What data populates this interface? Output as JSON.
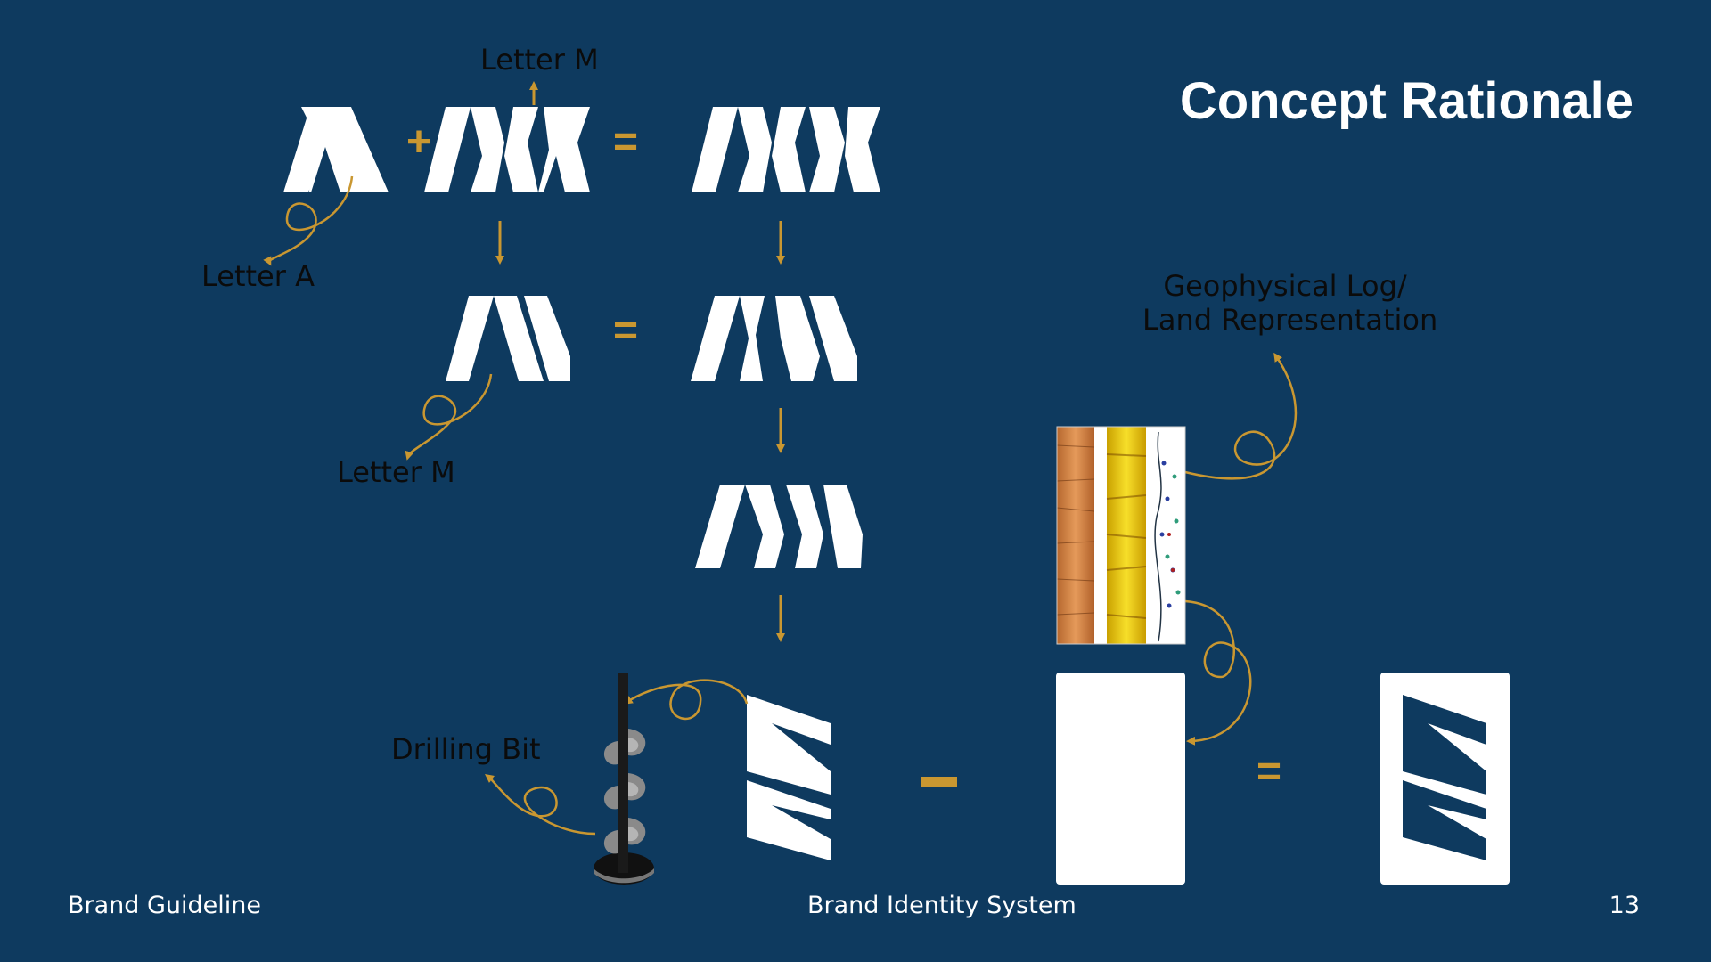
{
  "title": "Concept Rationale",
  "labels": {
    "letter_m_top": "Letter M",
    "letter_a": "Letter A",
    "letter_m_mid": "Letter M",
    "geo_log": "Geophysical Log/\nLand Representation",
    "geo_log_line1": "Geophysical Log/",
    "geo_log_line2": "Land Representation",
    "drilling_bit": "Drilling Bit"
  },
  "operators": {
    "plus": "+",
    "equals": "=",
    "minus": "-"
  },
  "footer": {
    "left": "Brand Guideline",
    "center": "Brand Identity System",
    "page_number": "13"
  },
  "colors": {
    "background": "#0e3a5f",
    "accent": "#c99731",
    "mark": "#ffffff",
    "label_text": "#0b0b0b"
  }
}
